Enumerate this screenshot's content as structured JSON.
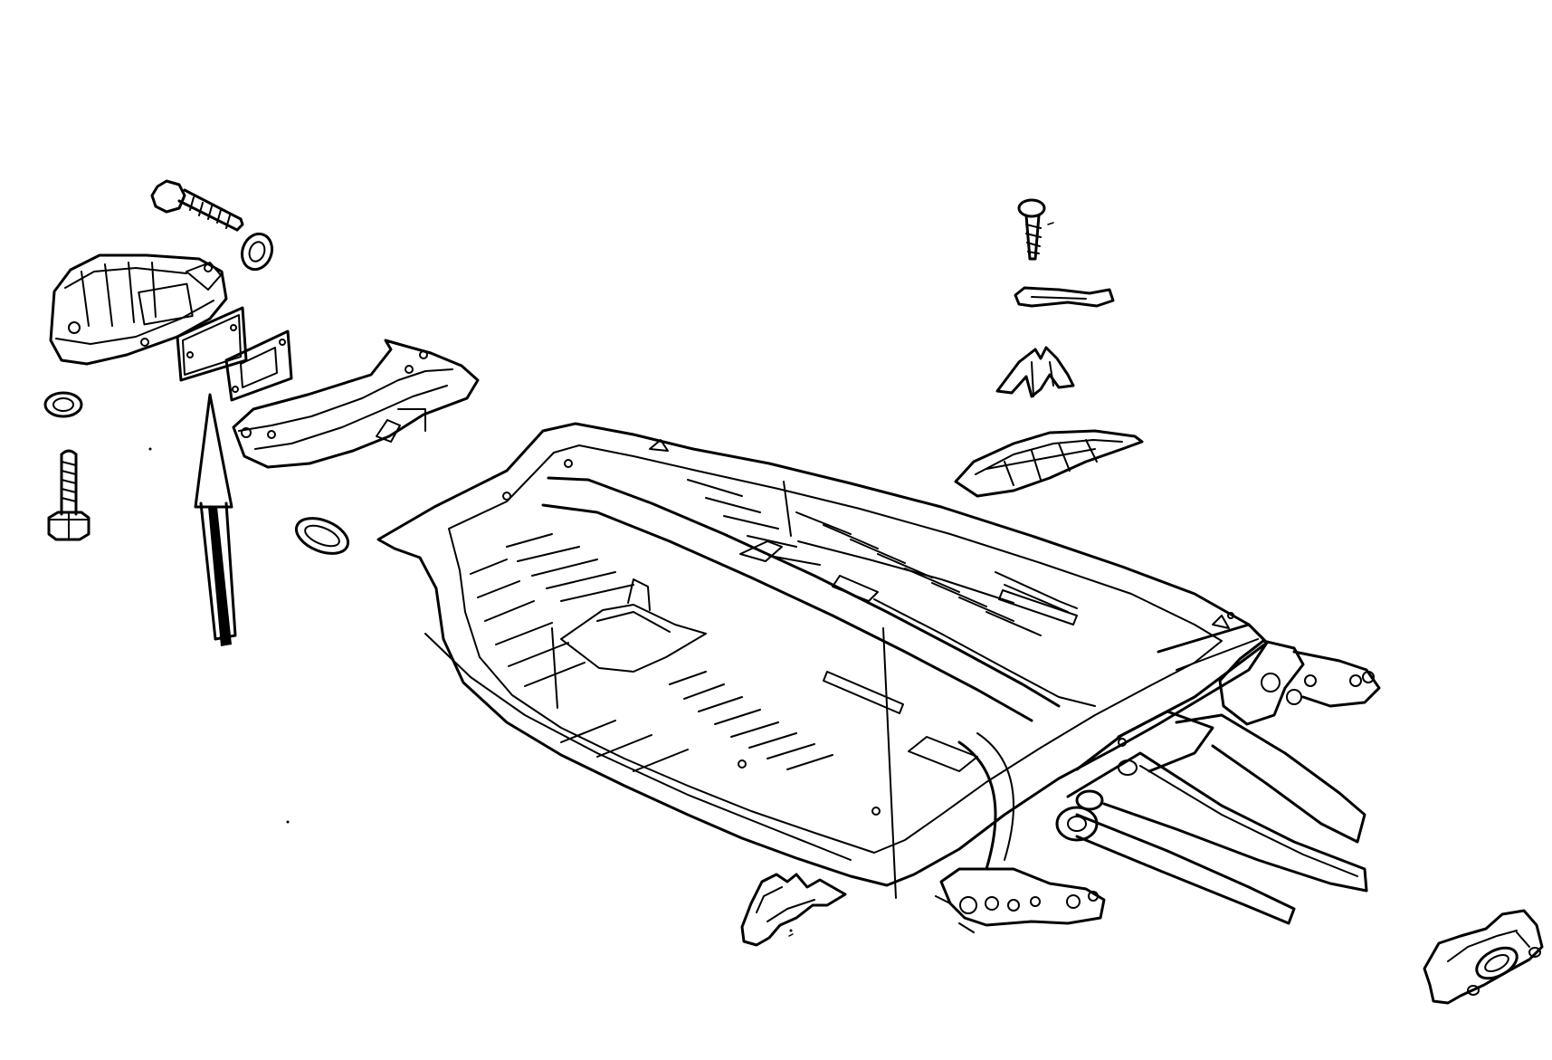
{
  "diagram": {
    "type": "exploded-view parts illustration",
    "parts": [
      {
        "id": "transmission-mount",
        "icon": "transmission-mount-icon"
      },
      {
        "id": "upper-bolt",
        "icon": "hex-bolt-icon"
      },
      {
        "id": "upper-washer",
        "icon": "washer-icon"
      },
      {
        "id": "lower-washer",
        "icon": "washer-icon"
      },
      {
        "id": "lower-bolt",
        "icon": "hex-bolt-icon"
      },
      {
        "id": "gasket-plate",
        "icon": "gasket-icon"
      },
      {
        "id": "gasket-frame",
        "icon": "gasket-icon"
      },
      {
        "id": "front-crossmember",
        "icon": "crossmember-icon"
      },
      {
        "id": "rubber-grommet",
        "icon": "grommet-icon"
      },
      {
        "id": "floor-pan-frame",
        "icon": "floor-pan-icon"
      },
      {
        "id": "screw",
        "icon": "screw-icon"
      },
      {
        "id": "clip",
        "icon": "clip-icon"
      },
      {
        "id": "tunnel-bracket",
        "icon": "bracket-icon"
      },
      {
        "id": "tunnel-cover",
        "icon": "cover-plate-icon"
      },
      {
        "id": "pedal-bracket",
        "icon": "bracket-icon"
      },
      {
        "id": "right-torsion-housing",
        "icon": "torsion-housing-icon"
      },
      {
        "id": "left-torsion-housing",
        "icon": "torsion-housing-icon"
      },
      {
        "id": "rear-mount-bracket",
        "icon": "mount-bracket-icon"
      }
    ],
    "callout": {
      "icon": "arrow-up-icon",
      "points_to": "gasket-plate"
    },
    "colors": {
      "ink": "#000000",
      "paper": "#ffffff"
    }
  }
}
